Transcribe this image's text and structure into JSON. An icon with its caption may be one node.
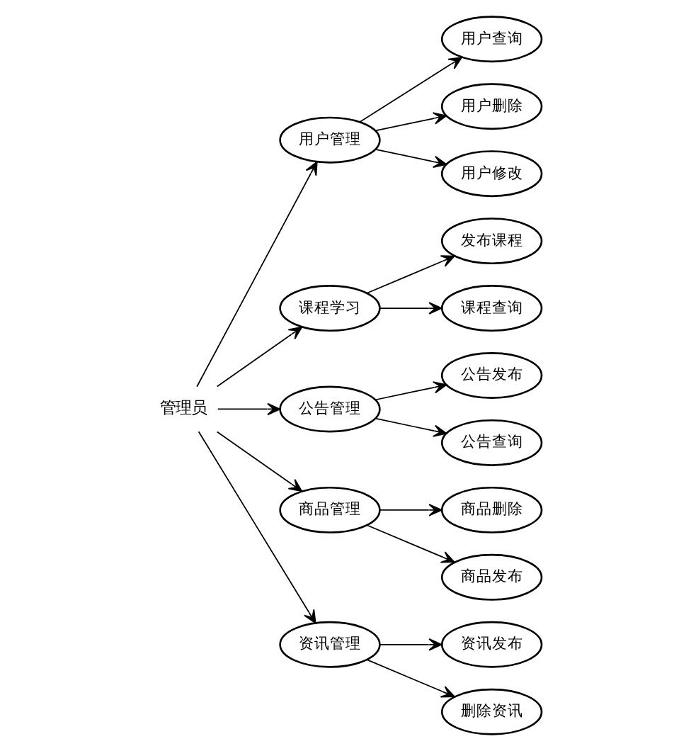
{
  "diagram": {
    "nodes": [
      {
        "text": [
          "管理员"
        ]
      },
      {
        "text": [
          "用户管理"
        ]
      },
      {
        "text": [
          "用户查询"
        ]
      },
      {
        "text": [
          "用户删除"
        ]
      },
      {
        "text": [
          "用户修改"
        ]
      },
      {
        "text": [
          "课程学习"
        ]
      },
      {
        "text": [
          "发布课程"
        ]
      },
      {
        "text": [
          "课程查询"
        ]
      },
      {
        "text": [
          "公告管理"
        ]
      },
      {
        "text": [
          "公告发布"
        ]
      },
      {
        "text": [
          "公告查询"
        ]
      },
      {
        "text": [
          "商品管理"
        ]
      },
      {
        "text": [
          "商品删除"
        ]
      },
      {
        "text": [
          "商品发布"
        ]
      },
      {
        "text": [
          "资讯管理"
        ]
      },
      {
        "text": [
          "资讯发布"
        ]
      },
      {
        "text": [
          "删除资讯"
        ]
      }
    ],
    "edges": [
      {
        "from": 0,
        "to": 1,
        "arrow": "to"
      },
      {
        "from": 1,
        "to": 2,
        "arrow": "to"
      },
      {
        "from": 1,
        "to": 3,
        "arrow": "to"
      },
      {
        "from": 1,
        "to": 4,
        "arrow": "to"
      },
      {
        "from": 0,
        "to": 5,
        "arrow": "to"
      },
      {
        "from": 5,
        "to": 6,
        "arrow": "to"
      },
      {
        "from": 5,
        "to": 7,
        "arrow": "to"
      },
      {
        "from": 0,
        "to": 8,
        "arrow": "to"
      },
      {
        "from": 8,
        "to": 9,
        "arrow": "to"
      },
      {
        "from": 8,
        "to": 10,
        "arrow": "to"
      },
      {
        "from": 0,
        "to": 11,
        "arrow": "to"
      },
      {
        "from": 11,
        "to": 12,
        "arrow": "to"
      },
      {
        "from": 11,
        "to": 13,
        "arrow": "to"
      },
      {
        "from": 0,
        "to": 14,
        "arrow": "to"
      },
      {
        "from": 14,
        "to": 15,
        "arrow": "to"
      },
      {
        "from": 14,
        "to": 16,
        "arrow": "to"
      }
    ]
  }
}
